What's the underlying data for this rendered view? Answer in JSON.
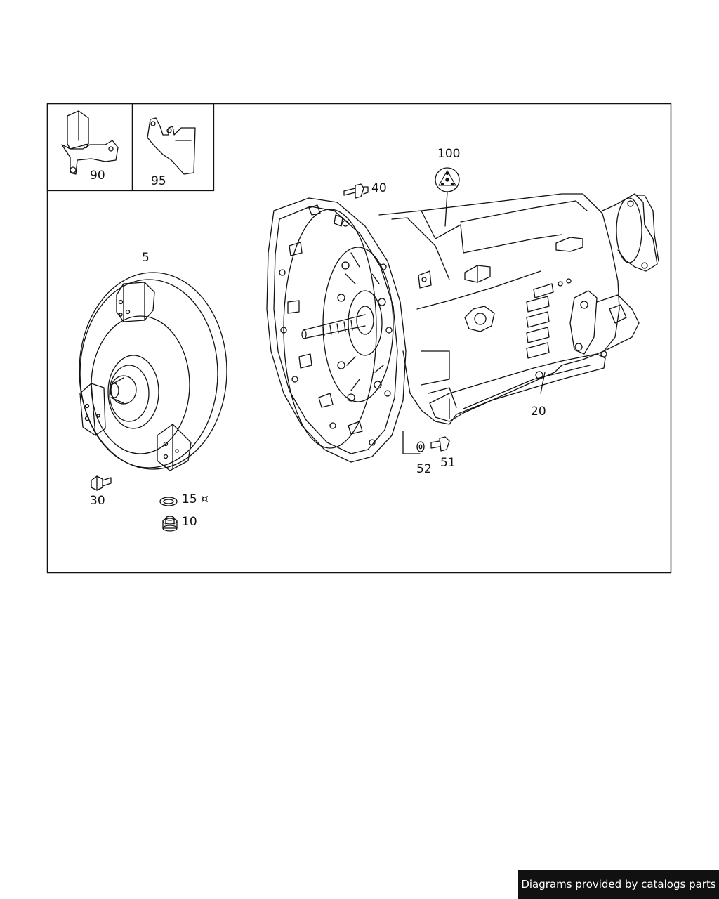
{
  "parts": {
    "p90": "90",
    "p95": "95",
    "p100": "100",
    "p40": "40",
    "p5": "5",
    "p20": "20",
    "p52": "52",
    "p51": "51",
    "p30": "30",
    "p15": "15 ¤",
    "p10": "10"
  },
  "footer": {
    "credit": "Diagrams provided by catalogs parts"
  },
  "colors": {
    "line": "#111111",
    "credit_bg": "#111111",
    "credit_text": "#ffffff"
  }
}
